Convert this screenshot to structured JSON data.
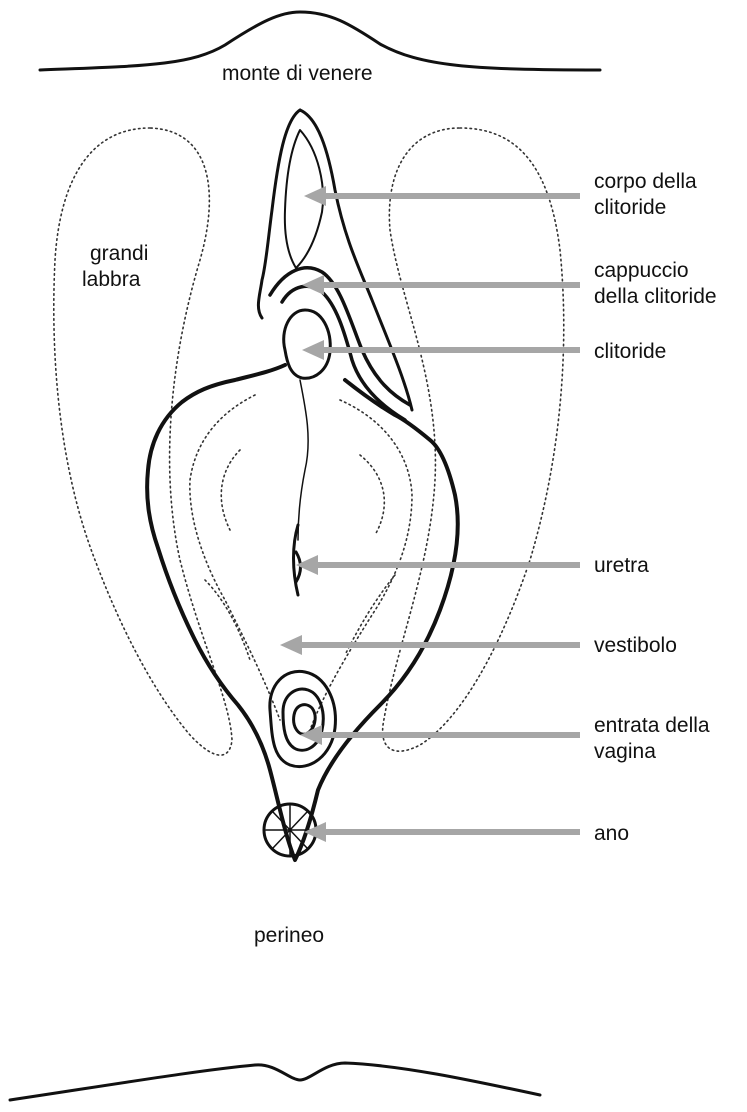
{
  "labels": {
    "mons": "monte di venere",
    "labia_major_line1": "grandi",
    "labia_major_line2": "labbra",
    "clitoral_body_line1": "corpo della",
    "clitoral_body_line2": "clitoride",
    "clitoral_hood_line1": "cappuccio",
    "clitoral_hood_line2": "della clitoride",
    "clitoris": "clitoride",
    "urethra": "uretra",
    "vestibule": "vestibolo",
    "vaginal_opening_line1": "entrata della",
    "vaginal_opening_line2": "vagina",
    "perineum": "perineo",
    "anus": "ano"
  },
  "colors": {
    "ink": "#111111",
    "arrow": "#a6a6a6",
    "background": "#ffffff"
  }
}
